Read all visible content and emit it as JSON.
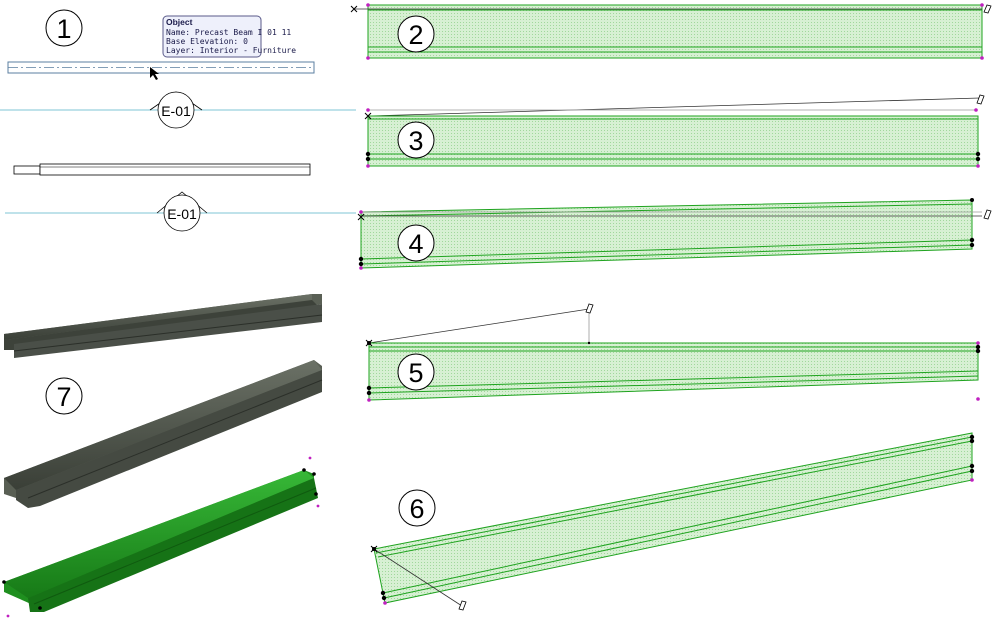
{
  "panels": [
    {
      "id": "1",
      "label": "1"
    },
    {
      "id": "2",
      "label": "2"
    },
    {
      "id": "3",
      "label": "3"
    },
    {
      "id": "4",
      "label": "4"
    },
    {
      "id": "5",
      "label": "5"
    },
    {
      "id": "6",
      "label": "6"
    },
    {
      "id": "7",
      "label": "7"
    }
  ],
  "tooltip": {
    "title": "Object",
    "name_line": "Name: Precast Beam I 01 11",
    "elevation_line": "Base Elevation: 0",
    "layer_line": "Layer: Interior - Furniture"
  },
  "elevation_markers": [
    {
      "label": "E-01"
    },
    {
      "label": "E-01"
    }
  ],
  "colors": {
    "beam_fill": "#d9f2d6",
    "beam_stroke": "#1fa31f",
    "selection_node": "#c020c0",
    "elevation_line": "#7fc6d6",
    "tooltip_bg": "#eef0fb",
    "tooltip_border": "#5a5a8a",
    "render_grey": "#4a4f48",
    "render_green": "#1f9a1f"
  }
}
